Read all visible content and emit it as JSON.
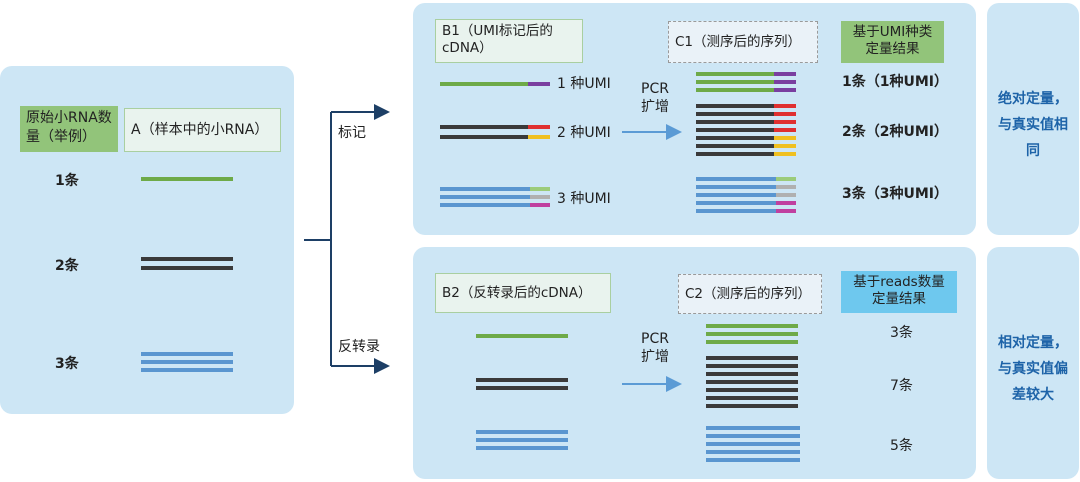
{
  "colors": {
    "panel_bg": "#cde6f5",
    "green": "#6eaa48",
    "dark": "#3a3a3a",
    "blue": "#5a96d0",
    "umi_purple": "#7a3fa0",
    "umi_red": "#e03030",
    "umi_yellow": "#f0c020",
    "umi_lightgreen": "#9ccc7a",
    "umi_gray": "#b0b0b0",
    "umi_magenta": "#c040a0",
    "arrow_dark": "#1d3f66",
    "arrow_light": "#5b9bd5",
    "outcome_text": "#1d63a8"
  },
  "left": {
    "header": "原始小RNA数量（举例）",
    "sample_label": "A（样本中的小RNA）",
    "counts": [
      "1条",
      "2条",
      "3条"
    ]
  },
  "branches": {
    "umi": "标记",
    "rt": "反转录"
  },
  "top": {
    "b1_label": "B1（UMI标记后的cDNA）",
    "c1_label": "C1（测序后的序列）",
    "result_header": "基于UMI种类定量结果",
    "pcr_label": "PCR扩增",
    "umi_labels": [
      "1 种UMI",
      "2 种UMI",
      "3 种UMI"
    ],
    "results": [
      "1条（1种UMI）",
      "2条（2种UMI）",
      "3条（3种UMI）"
    ],
    "outcome": "绝对定量，与真实值相同"
  },
  "bottom": {
    "b2_label": "B2（反转录后的cDNA）",
    "c2_label": "C2（测序后的序列）",
    "result_header": "基于reads数量定量结果",
    "pcr_label": "PCR扩增",
    "results": [
      "3条",
      "7条",
      "5条"
    ],
    "outcome": "相对定量，与真实值偏差较大"
  }
}
